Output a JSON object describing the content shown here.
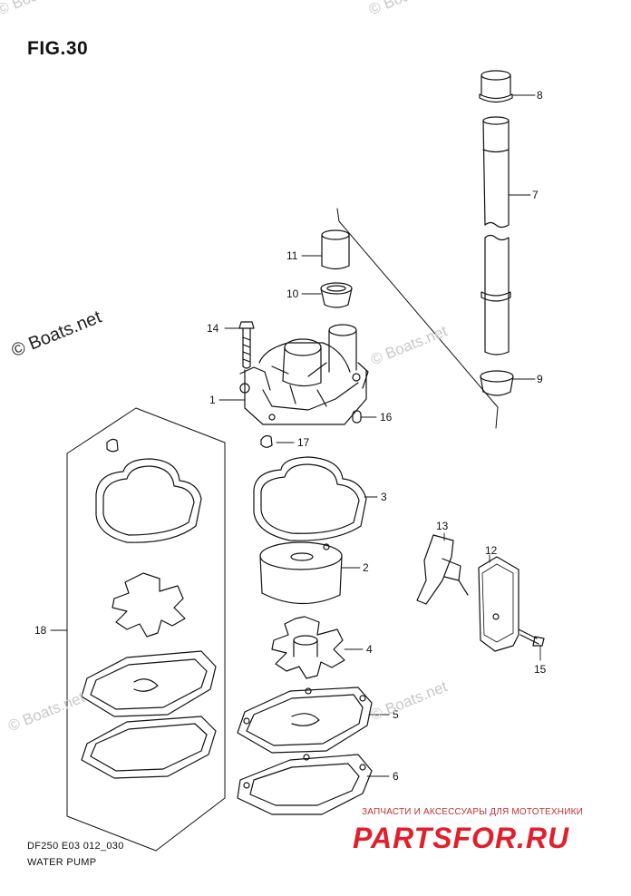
{
  "figure": {
    "title": "FIG.30"
  },
  "callouts": {
    "c1": "1",
    "c2": "2",
    "c3": "3",
    "c4": "4",
    "c5": "5",
    "c6": "6",
    "c7": "7",
    "c8": "8",
    "c9": "9",
    "c10": "10",
    "c11": "11",
    "c12": "12",
    "c13": "13",
    "c14": "14",
    "c15": "15",
    "c16": "16",
    "c17": "17",
    "c18": "18"
  },
  "watermarks": {
    "top_left": "© Boats.net",
    "top_right": "© Boats.net",
    "middle": "© Boats.net",
    "right": "© Boats.net",
    "left": "© Boats.net",
    "brand": "© Boats.net"
  },
  "footer": {
    "code": "DF250 E03 012_030",
    "name": "WATER PUMP"
  },
  "partsfor": {
    "tagline": "ЗАПЧАСТИ И АКСЕССУАРЫ ДЛЯ МОТОТЕХНИКИ",
    "logo": "PARTSFOR.RU",
    "logo_color": "#e21f2c"
  }
}
